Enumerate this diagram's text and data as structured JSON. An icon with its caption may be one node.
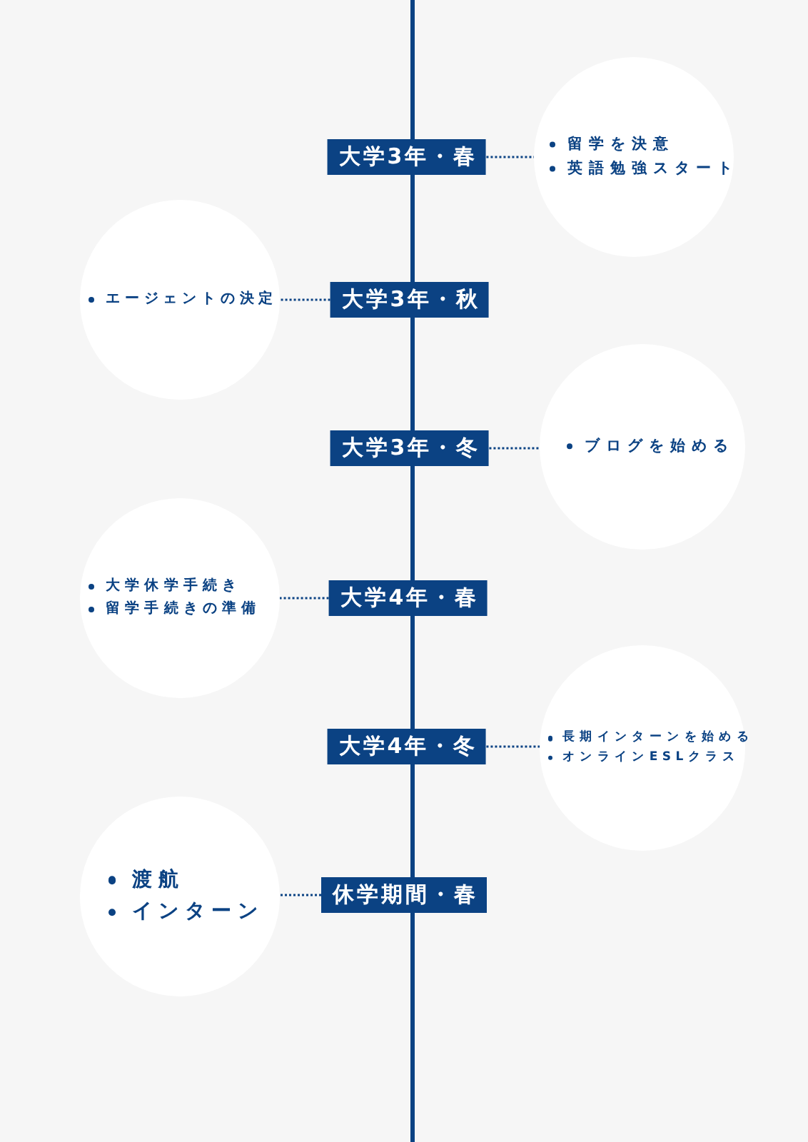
{
  "diagram": {
    "nodes": [
      {
        "text": [
          "大学3年・春"
        ]
      },
      {
        "text": [
          "留学を決意",
          "英語勉強スタート"
        ]
      },
      {
        "text": [
          "大学3年・秋"
        ]
      },
      {
        "text": [
          "エージェントの決定"
        ]
      },
      {
        "text": [
          "大学3年・冬"
        ]
      },
      {
        "text": [
          "ブログを始める"
        ]
      },
      {
        "text": [
          "大学4年・春"
        ]
      },
      {
        "text": [
          "大学休学手続き",
          "留学手続きの準備"
        ]
      },
      {
        "text": [
          "大学4年・冬"
        ]
      },
      {
        "text": [
          "長期インターンを始める",
          "オンラインESLクラス"
        ]
      },
      {
        "text": [
          "休学期間・春"
        ]
      },
      {
        "text": [
          "渡航",
          "インターン"
        ]
      }
    ],
    "edges": [
      {
        "from": 0,
        "to": 1,
        "arrow": "none",
        "style": "dashed"
      },
      {
        "from": 2,
        "to": 3,
        "arrow": "none",
        "style": "dashed"
      },
      {
        "from": 4,
        "to": 5,
        "arrow": "none",
        "style": "dashed"
      },
      {
        "from": 6,
        "to": 7,
        "arrow": "none",
        "style": "dashed"
      },
      {
        "from": 8,
        "to": 9,
        "arrow": "none",
        "style": "dashed"
      },
      {
        "from": 10,
        "to": 11,
        "arrow": "none",
        "style": "dashed"
      }
    ]
  }
}
